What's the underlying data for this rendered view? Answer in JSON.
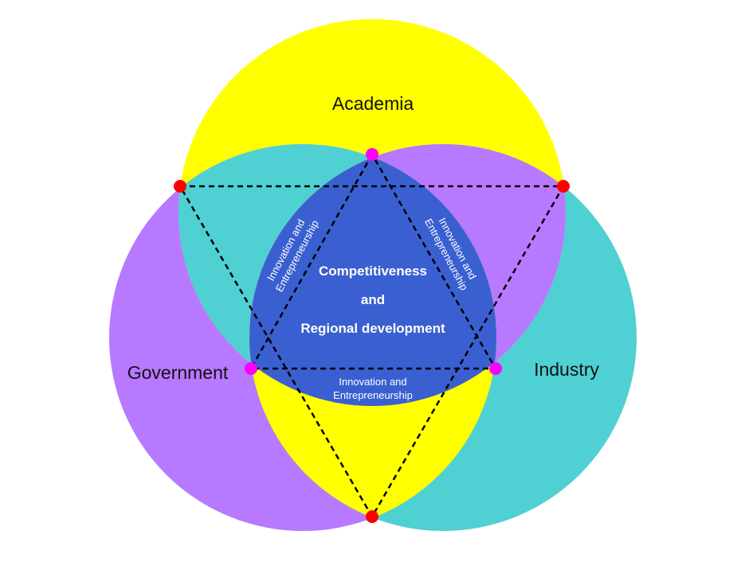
{
  "labels": {
    "academia": "Academia",
    "government": "Government",
    "industry": "Industry"
  },
  "center": {
    "line1": "Competitiveness",
    "line2": "and",
    "line3": "Regional development"
  },
  "edges": {
    "left": {
      "line1": "Innovation and",
      "line2": "Entrepreneurship"
    },
    "right": {
      "line1": "Innovation and",
      "line2": "Entrepreneurship"
    },
    "bottom": {
      "line1": "Innovation and",
      "line2": "Entrepreneurship"
    }
  },
  "colors": {
    "academia": "#ffff00",
    "government": "#b779ff",
    "industry": "#4fd0d3",
    "center": "#3a5fd0",
    "outer_points": "#ff0000",
    "inner_points": "#ff00ff",
    "dashed_lines": "#000000"
  }
}
